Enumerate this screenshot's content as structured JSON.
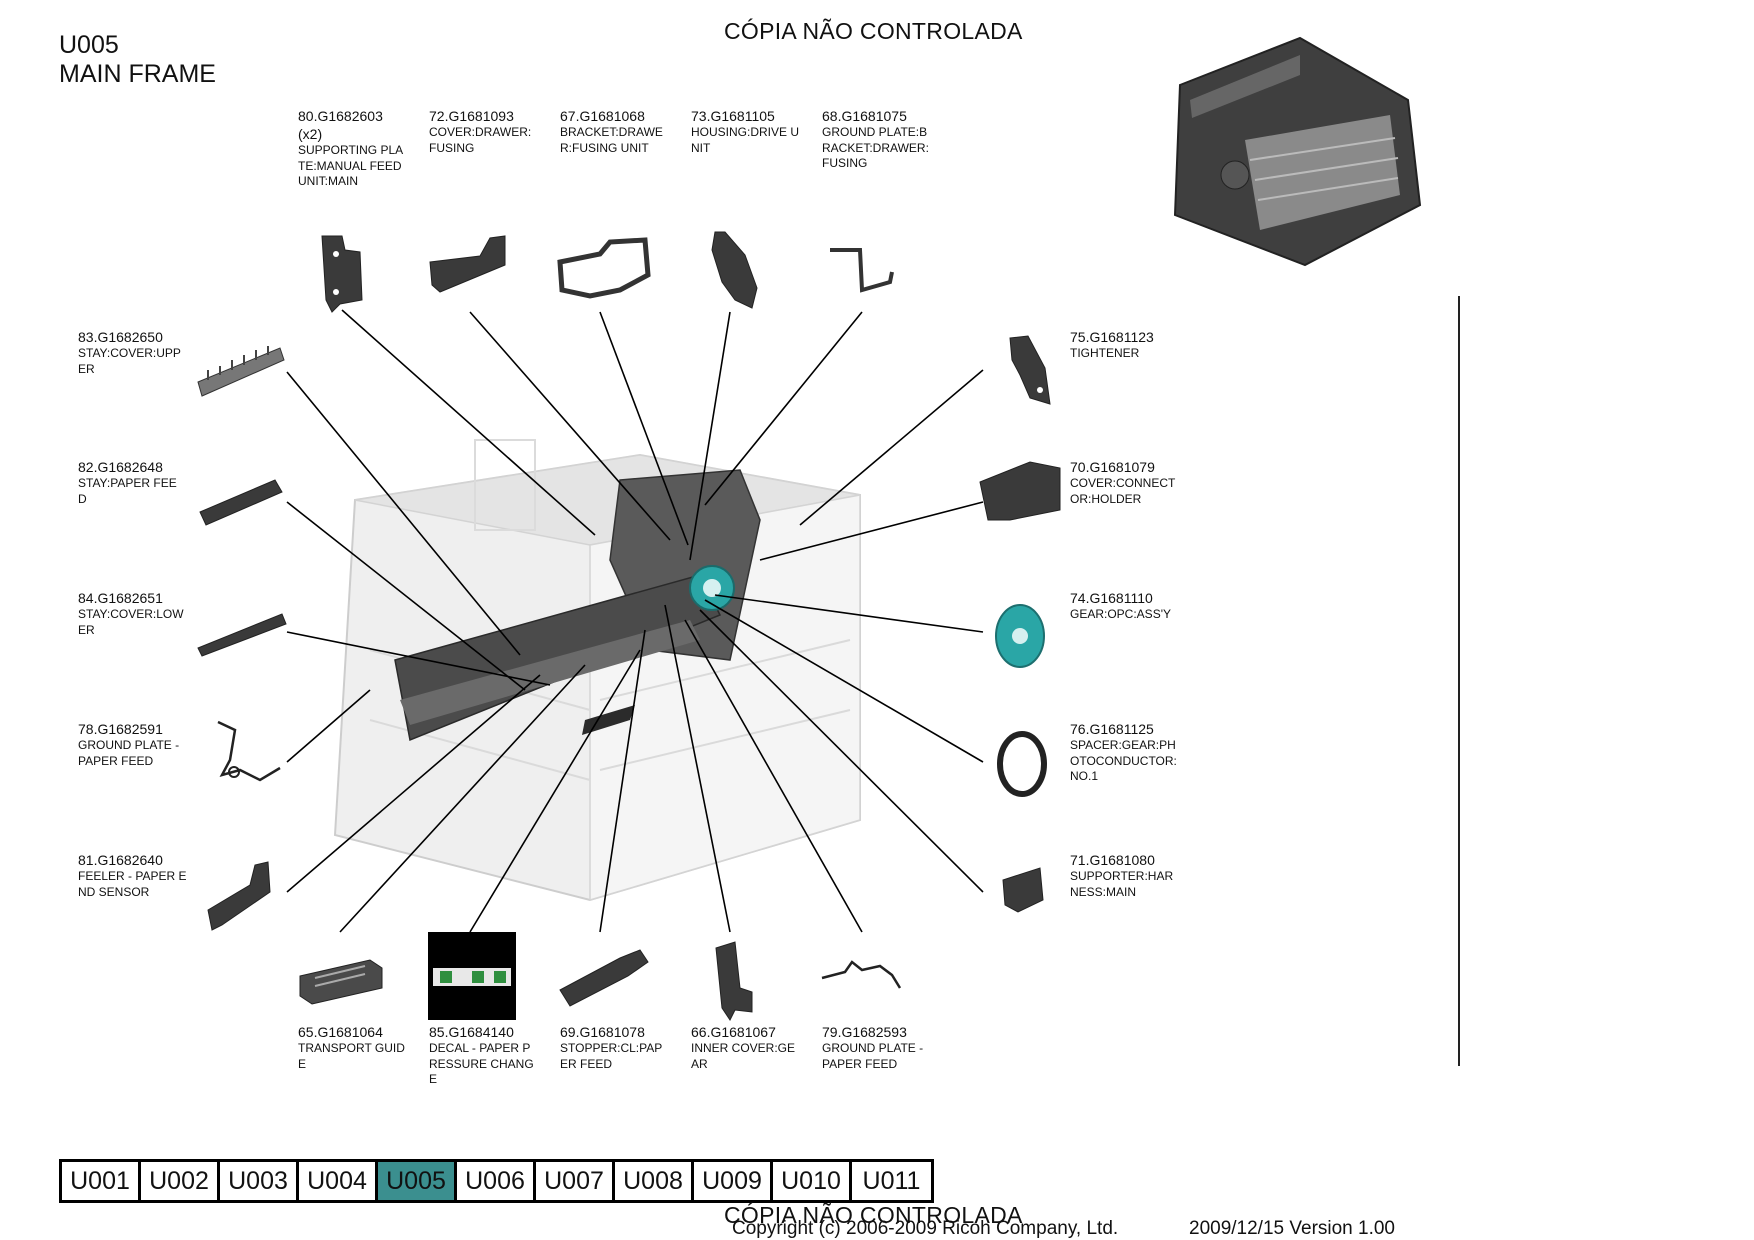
{
  "watermark": "CÓPIA NÃO CONTROLADA",
  "section": {
    "code": "U005",
    "title": "MAIN FRAME"
  },
  "parts": [
    {
      "id": "80",
      "pn": "80.G1682603",
      "qty": "(x2)",
      "name": "SUPPORTING PLA\nTE:MANUAL FEED\nUNIT:MAIN"
    },
    {
      "id": "72",
      "pn": "72.G1681093",
      "qty": "",
      "name": "COVER:DRAWER:\nFUSING"
    },
    {
      "id": "67",
      "pn": "67.G1681068",
      "qty": "",
      "name": "BRACKET:DRAWE\nR:FUSING UNIT"
    },
    {
      "id": "73",
      "pn": "73.G1681105",
      "qty": "",
      "name": "HOUSING:DRIVE U\nNIT"
    },
    {
      "id": "68",
      "pn": "68.G1681075",
      "qty": "",
      "name": "GROUND PLATE:B\nRACKET:DRAWER:\nFUSING"
    },
    {
      "id": "83",
      "pn": "83.G1682650",
      "qty": "",
      "name": "STAY:COVER:UPP\nER"
    },
    {
      "id": "82",
      "pn": "82.G1682648",
      "qty": "",
      "name": "STAY:PAPER FEE\nD"
    },
    {
      "id": "84",
      "pn": "84.G1682651",
      "qty": "",
      "name": "STAY:COVER:LOW\nER"
    },
    {
      "id": "78",
      "pn": "78.G1682591",
      "qty": "",
      "name": "GROUND PLATE -\nPAPER FEED"
    },
    {
      "id": "81",
      "pn": "81.G1682640",
      "qty": "",
      "name": "FEELER - PAPER E\nND SENSOR"
    },
    {
      "id": "75",
      "pn": "75.G1681123",
      "qty": "",
      "name": "TIGHTENER"
    },
    {
      "id": "70",
      "pn": "70.G1681079",
      "qty": "",
      "name": "COVER:CONNECT\nOR:HOLDER"
    },
    {
      "id": "74",
      "pn": "74.G1681110",
      "qty": "",
      "name": "GEAR:OPC:ASS'Y"
    },
    {
      "id": "76",
      "pn": "76.G1681125",
      "qty": "",
      "name": "SPACER:GEAR:PH\nOTOCONDUCTOR:\nNO.1"
    },
    {
      "id": "71",
      "pn": "71.G1681080",
      "qty": "",
      "name": "SUPPORTER:HAR\nNESS:MAIN"
    },
    {
      "id": "65",
      "pn": "65.G1681064",
      "qty": "",
      "name": "TRANSPORT GUID\nE"
    },
    {
      "id": "85",
      "pn": "85.G1684140",
      "qty": "",
      "name": "DECAL - PAPER P\nRESSURE CHANG\nE"
    },
    {
      "id": "69",
      "pn": "69.G1681078",
      "qty": "",
      "name": "STOPPER:CL:PAP\nER FEED"
    },
    {
      "id": "66",
      "pn": "66.G1681067",
      "qty": "",
      "name": "INNER COVER:GE\nAR"
    },
    {
      "id": "79",
      "pn": "79.G1682593",
      "qty": "",
      "name": "GROUND PLATE -\nPAPER FEED"
    }
  ],
  "nav": {
    "tabs": [
      "U001",
      "U002",
      "U003",
      "U004",
      "U005",
      "U006",
      "U007",
      "U008",
      "U009",
      "U010",
      "U011"
    ],
    "active": "U005"
  },
  "footer": {
    "watermark": "CÓPIA NÃO CONTROLADA",
    "copyright": "Copyright (c) 2006-2009 Ricoh Company, Ltd.",
    "version": "2009/12/15 Version 1.00"
  },
  "colors": {
    "accent": "#3b8f8f",
    "part_dark": "#3a3a3a",
    "gear": "#2aa6a6"
  }
}
